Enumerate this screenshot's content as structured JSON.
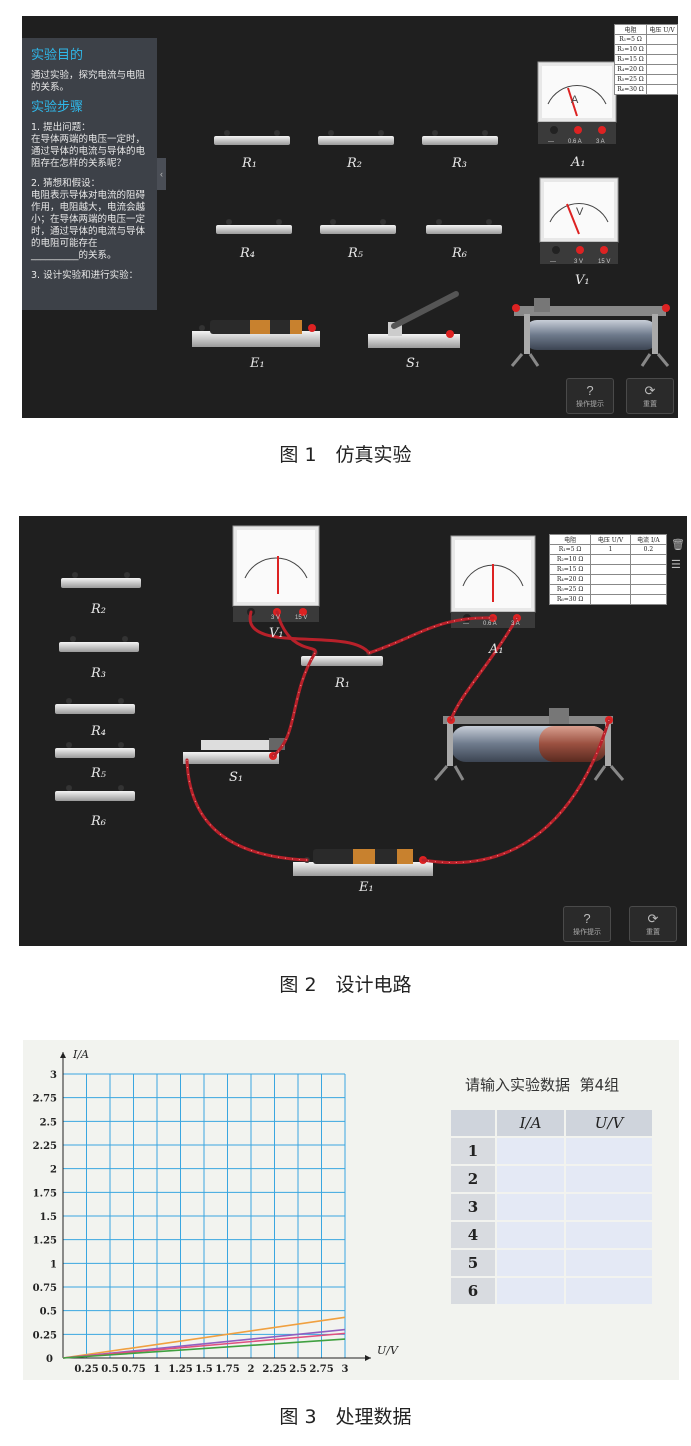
{
  "fig1": {
    "caption": "图 1　仿真实验",
    "sidebar": {
      "aim_title": "实验目的",
      "aim_text": "通过实验，探究电流与电阻的关系。",
      "steps_title": "实验步骤",
      "step1": "1. 提出问题：",
      "step1_text": "在导体两端的电压一定时，通过导体的电流与导体的电阻存在怎样的关系呢？",
      "step2": "2. 猜想和假设：",
      "step2_text": "电阻表示导体对电流的阻碍作用，电阻越大，电流会越小；在导体两端的电压一定时，通过导体的电流与导体的电阻可能存在",
      "step2_blank": "__________的关系。",
      "step3": "3. 设计实验和进行实验："
    },
    "collapse_icon": "chevron-left-icon",
    "table": {
      "headers": [
        "电阻",
        "电压 U/V"
      ],
      "rows": [
        "R₁=5 Ω",
        "R₂=10 Ω",
        "R₃=15 Ω",
        "R₄=20 Ω",
        "R₅=25 Ω",
        "R₆=30 Ω"
      ]
    },
    "labels": {
      "r1": "R₁",
      "r2": "R₂",
      "r3": "R₃",
      "r4": "R₄",
      "r5": "R₅",
      "r6": "R₆",
      "a1": "A₁",
      "v1": "V₁",
      "e1": "E₁",
      "s1": "S₁"
    },
    "ammeter_terminals": [
      "—",
      "0.6 A",
      "3 A"
    ],
    "ammeter_letter": "A",
    "voltmeter_terminals": [
      "—",
      "3 V",
      "15 V"
    ],
    "voltmeter_letter": "V",
    "hint_label": "操作提示",
    "reset_label": "重置"
  },
  "fig2": {
    "caption": "图 2　设计电路",
    "table": {
      "headers": [
        "电阻",
        "电压 U/V",
        "电流 I/A"
      ],
      "rows": [
        [
          "R₁=5 Ω",
          "1",
          "0.2"
        ],
        [
          "R₂=10 Ω",
          "",
          ""
        ],
        [
          "R₃=15 Ω",
          "",
          ""
        ],
        [
          "R₄=20 Ω",
          "",
          ""
        ],
        [
          "R₅=25 Ω",
          "",
          ""
        ],
        [
          "R₆=30 Ω",
          "",
          ""
        ]
      ]
    },
    "labels": {
      "r1": "R₁",
      "r2": "R₂",
      "r3": "R₃",
      "r4": "R₄",
      "r5": "R₅",
      "r6": "R₆",
      "a1": "A₁",
      "v1": "V₁",
      "e1": "E₁",
      "s1": "S₁"
    },
    "voltmeter_terminals": [
      "3 V",
      "15 V"
    ],
    "ammeter_terminals": [
      "—",
      "0.6 A",
      "3 A"
    ],
    "hint_label": "操作提示",
    "reset_label": "重置",
    "side_icons": [
      "trash-icon",
      "settings-sliders-icon"
    ]
  },
  "fig3": {
    "caption": "图 3　处理数据",
    "prompt": "请输入实验数据",
    "group": "第4组",
    "table_headers": [
      "",
      "I/A",
      "U/V"
    ],
    "row_numbers": [
      "1",
      "2",
      "3",
      "4",
      "5",
      "6"
    ],
    "chart_data": {
      "type": "line",
      "ylabel": "I/A",
      "xlabel": "U/V",
      "x_ticks": [
        "0.25",
        "0.5",
        "0.75",
        "1",
        "1.25",
        "1.5",
        "1.75",
        "2",
        "2.25",
        "2.5",
        "2.75",
        "3"
      ],
      "y_ticks": [
        "0.25",
        "0.5",
        "0.75",
        "1",
        "1.25",
        "1.5",
        "1.75",
        "2",
        "2.25",
        "2.5",
        "2.75",
        "3"
      ],
      "origin_label": "0",
      "xlim": [
        0,
        3
      ],
      "ylim": [
        0,
        3
      ],
      "grid": true,
      "series": [
        {
          "color": "#f0a040",
          "x": [
            0,
            3
          ],
          "y": [
            0,
            0.43
          ]
        },
        {
          "color": "#9060c0",
          "x": [
            0,
            3
          ],
          "y": [
            0,
            0.3
          ]
        },
        {
          "color": "#e05080",
          "x": [
            0,
            3
          ],
          "y": [
            0,
            0.26
          ]
        },
        {
          "color": "#40a040",
          "x": [
            0,
            3
          ],
          "y": [
            0,
            0.2
          ]
        }
      ]
    }
  }
}
